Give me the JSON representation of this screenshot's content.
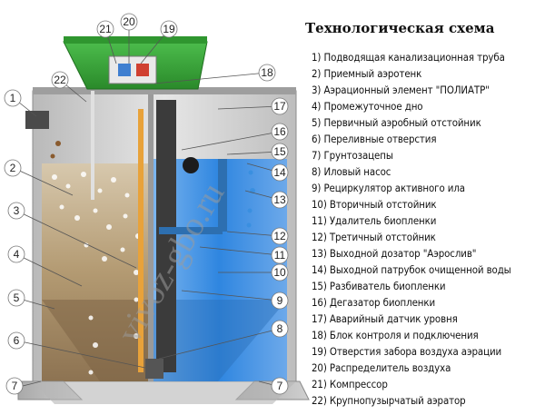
{
  "title": "Технологическая схема",
  "legend": [
    "1) Подводящая канализационная труба",
    "2) Приемный аэротенк",
    "3) Аэрационный элемент \"ПОЛИАТР\"",
    "4) Промежуточное дно",
    "5) Первичный аэробный отстойник",
    "6) Переливные отверстия",
    "7) Грунтозацепы",
    "8) Иловый насос",
    "9) Рециркулятор активного ила",
    "10) Вторичный отстойник",
    "11) Удалитель биопленки",
    "12) Третичный отстойник",
    "13) Выходной дозатор \"Аэрослив\"",
    "14) Выходной патрубок очищенной воды",
    "15) Разбиватель биопленки",
    "16) Дегазатор биопленки",
    "17) Аварийный датчик уровня",
    "18) Блок контроля и подключения",
    "19) Отверстия забора воздуха аэрации",
    "20) Распределитель воздуха",
    "21) Компрессор",
    "22) Крупнопузырчатый аэратор"
  ],
  "callouts": [
    "1",
    "2",
    "3",
    "4",
    "5",
    "6",
    "7",
    "7",
    "8",
    "9",
    "10",
    "11",
    "12",
    "13",
    "14",
    "15",
    "16",
    "17",
    "18",
    "19",
    "20",
    "21",
    "22"
  ],
  "watermark": "vivoz-gbo.ru",
  "colors": {
    "lid": "#3aa53a",
    "tank_wall": "#c8c8c8",
    "sludge": "#a08561",
    "water_blue": "#3a8fe0",
    "pipe_orange": "#e8a23a",
    "pipe_dark": "#333333"
  }
}
